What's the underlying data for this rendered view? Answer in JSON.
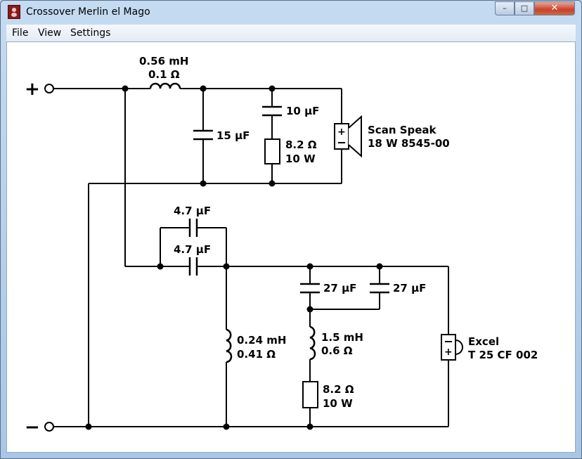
{
  "window": {
    "title": "Crossover Merlin el Mago",
    "controls": {
      "minimize": "–",
      "maximize": "□",
      "close": "✕"
    }
  },
  "menu": [
    "File",
    "View",
    "Settings"
  ],
  "terminals": {
    "plus": "+",
    "minus": "−"
  },
  "components": {
    "l1": {
      "value": "0.56 mH",
      "resistance": "0.1 Ω"
    },
    "c15": {
      "value": "15 µF"
    },
    "c10": {
      "value": "10 µF"
    },
    "r1": {
      "value": "8.2 Ω",
      "power": "10 W"
    },
    "woofer": {
      "brand": "Scan Speak",
      "model": "18 W 8545-00"
    },
    "c47a": {
      "value": "4.7 µF"
    },
    "c47b": {
      "value": "4.7 µF"
    },
    "l2": {
      "value": "0.24 mH",
      "resistance": "0.41 Ω"
    },
    "c27a": {
      "value": "27 µF"
    },
    "c27b": {
      "value": "27 µF"
    },
    "l3": {
      "value": "1.5 mH",
      "resistance": "0.6 Ω"
    },
    "r2": {
      "value": "8.2 Ω",
      "power": "10 W"
    },
    "tweeter": {
      "brand": "Excel",
      "model": "T 25 CF 002"
    }
  }
}
